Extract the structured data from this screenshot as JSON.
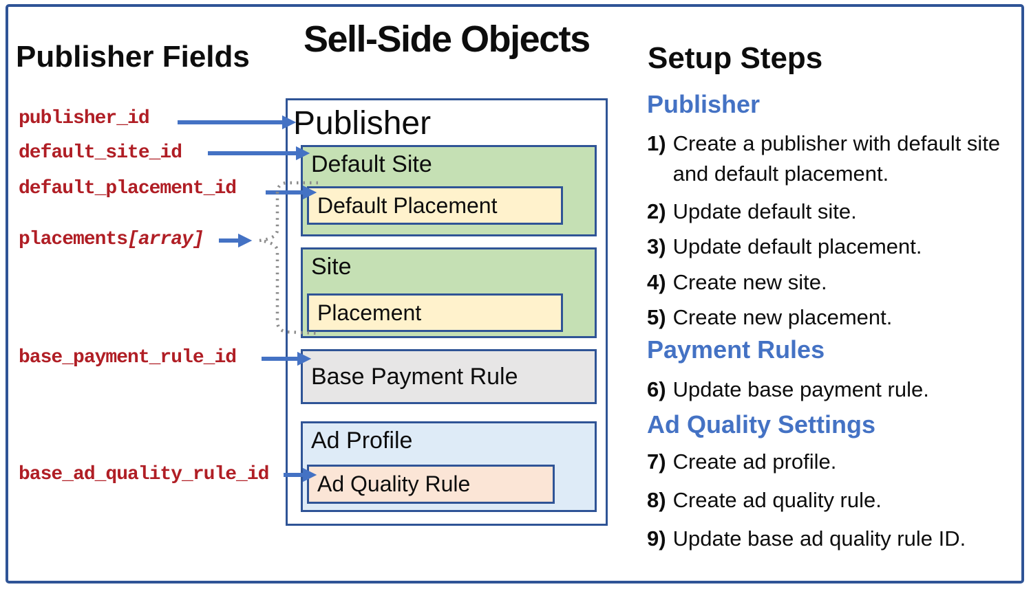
{
  "header": {
    "title": "Sell-Side Objects",
    "left_heading": "Publisher Fields",
    "right_heading": "Setup Steps"
  },
  "publisher_fields": [
    {
      "label": "publisher_id",
      "array_suffix": ""
    },
    {
      "label": "default_site_id",
      "array_suffix": ""
    },
    {
      "label": "default_placement_id",
      "array_suffix": ""
    },
    {
      "label": "placements",
      "array_suffix": "[array]"
    },
    {
      "label": "base_payment_rule_id",
      "array_suffix": ""
    },
    {
      "label": "base_ad_quality_rule_id",
      "array_suffix": ""
    }
  ],
  "objects": {
    "container_label": "Publisher",
    "default_site": {
      "label": "Default Site",
      "child_label": "Default Placement"
    },
    "site": {
      "label": "Site",
      "child_label": "Placement"
    },
    "base_payment_rule": {
      "label": "Base Payment Rule"
    },
    "ad_profile": {
      "label": "Ad Profile",
      "child_label": "Ad Quality Rule"
    }
  },
  "setup_steps": {
    "sections": [
      {
        "title": "Publisher",
        "steps": [
          {
            "num": "1)",
            "text": "Create a publisher with default site and default placement."
          },
          {
            "num": "2)",
            "text": "Update default site."
          },
          {
            "num": "3)",
            "text": "Update default placement."
          },
          {
            "num": "4)",
            "text": "Create new site."
          },
          {
            "num": "5)",
            "text": "Create new placement."
          }
        ]
      },
      {
        "title": "Payment Rules",
        "steps": [
          {
            "num": "6)",
            "text": "Update base payment rule."
          }
        ]
      },
      {
        "title": "Ad Quality Settings",
        "steps": [
          {
            "num": "7)",
            "text": "Create ad profile."
          },
          {
            "num": "8)",
            "text": "Create ad quality rule."
          },
          {
            "num": "9)",
            "text": "Update base ad quality rule ID."
          }
        ]
      }
    ]
  },
  "colors": {
    "frame_border": "#2F5496",
    "field_text_red": "#B01E25",
    "arrow_blue": "#4472C4",
    "section_heading_blue": "#4472C4",
    "default_site_fill": "#C5E0B4",
    "placement_fill": "#FFF2CC",
    "payment_rule_fill": "#E7E6E6",
    "ad_profile_fill": "#DEEBF7",
    "ad_quality_fill": "#FBE5D6",
    "dotted_connector_gray": "#8C8C8C"
  }
}
